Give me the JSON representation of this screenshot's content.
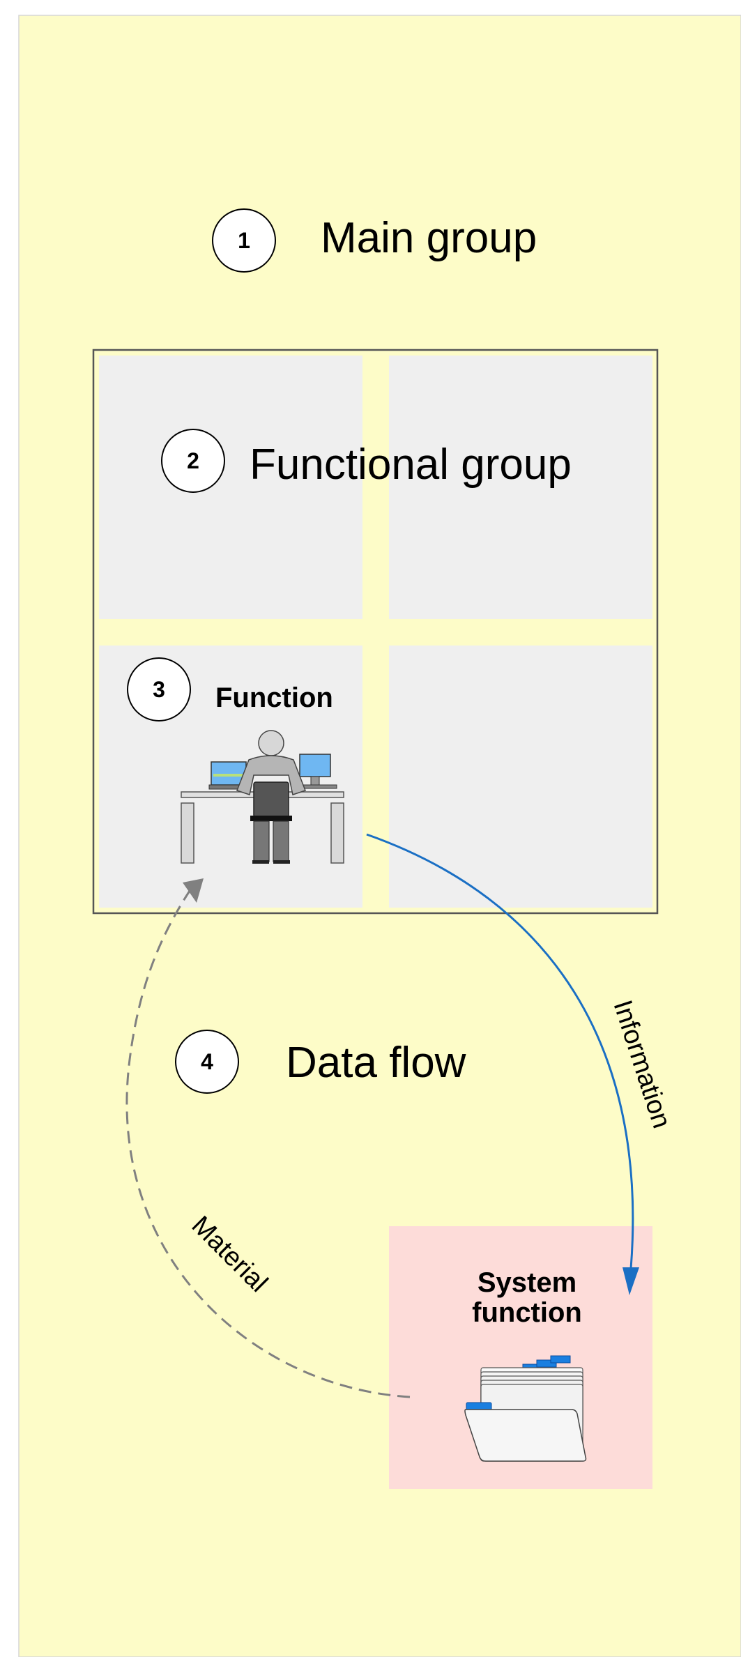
{
  "legend": {
    "main_group": {
      "badge": "1",
      "label": "Main group"
    },
    "functional_group": {
      "badge": "2",
      "label": "Functional group"
    },
    "function": {
      "badge": "3",
      "label": "Function"
    },
    "data_flow": {
      "badge": "4",
      "label": "Data flow"
    }
  },
  "system_function": {
    "line1": "System",
    "line2": "function"
  },
  "flows": {
    "information": "Information",
    "material": "Material"
  },
  "colors": {
    "background": "#fdfcc8",
    "group_cell": "#efefef",
    "system_box": "#fddcd9",
    "information_arrow": "#1a6fc4",
    "material_arrow": "#808080"
  }
}
